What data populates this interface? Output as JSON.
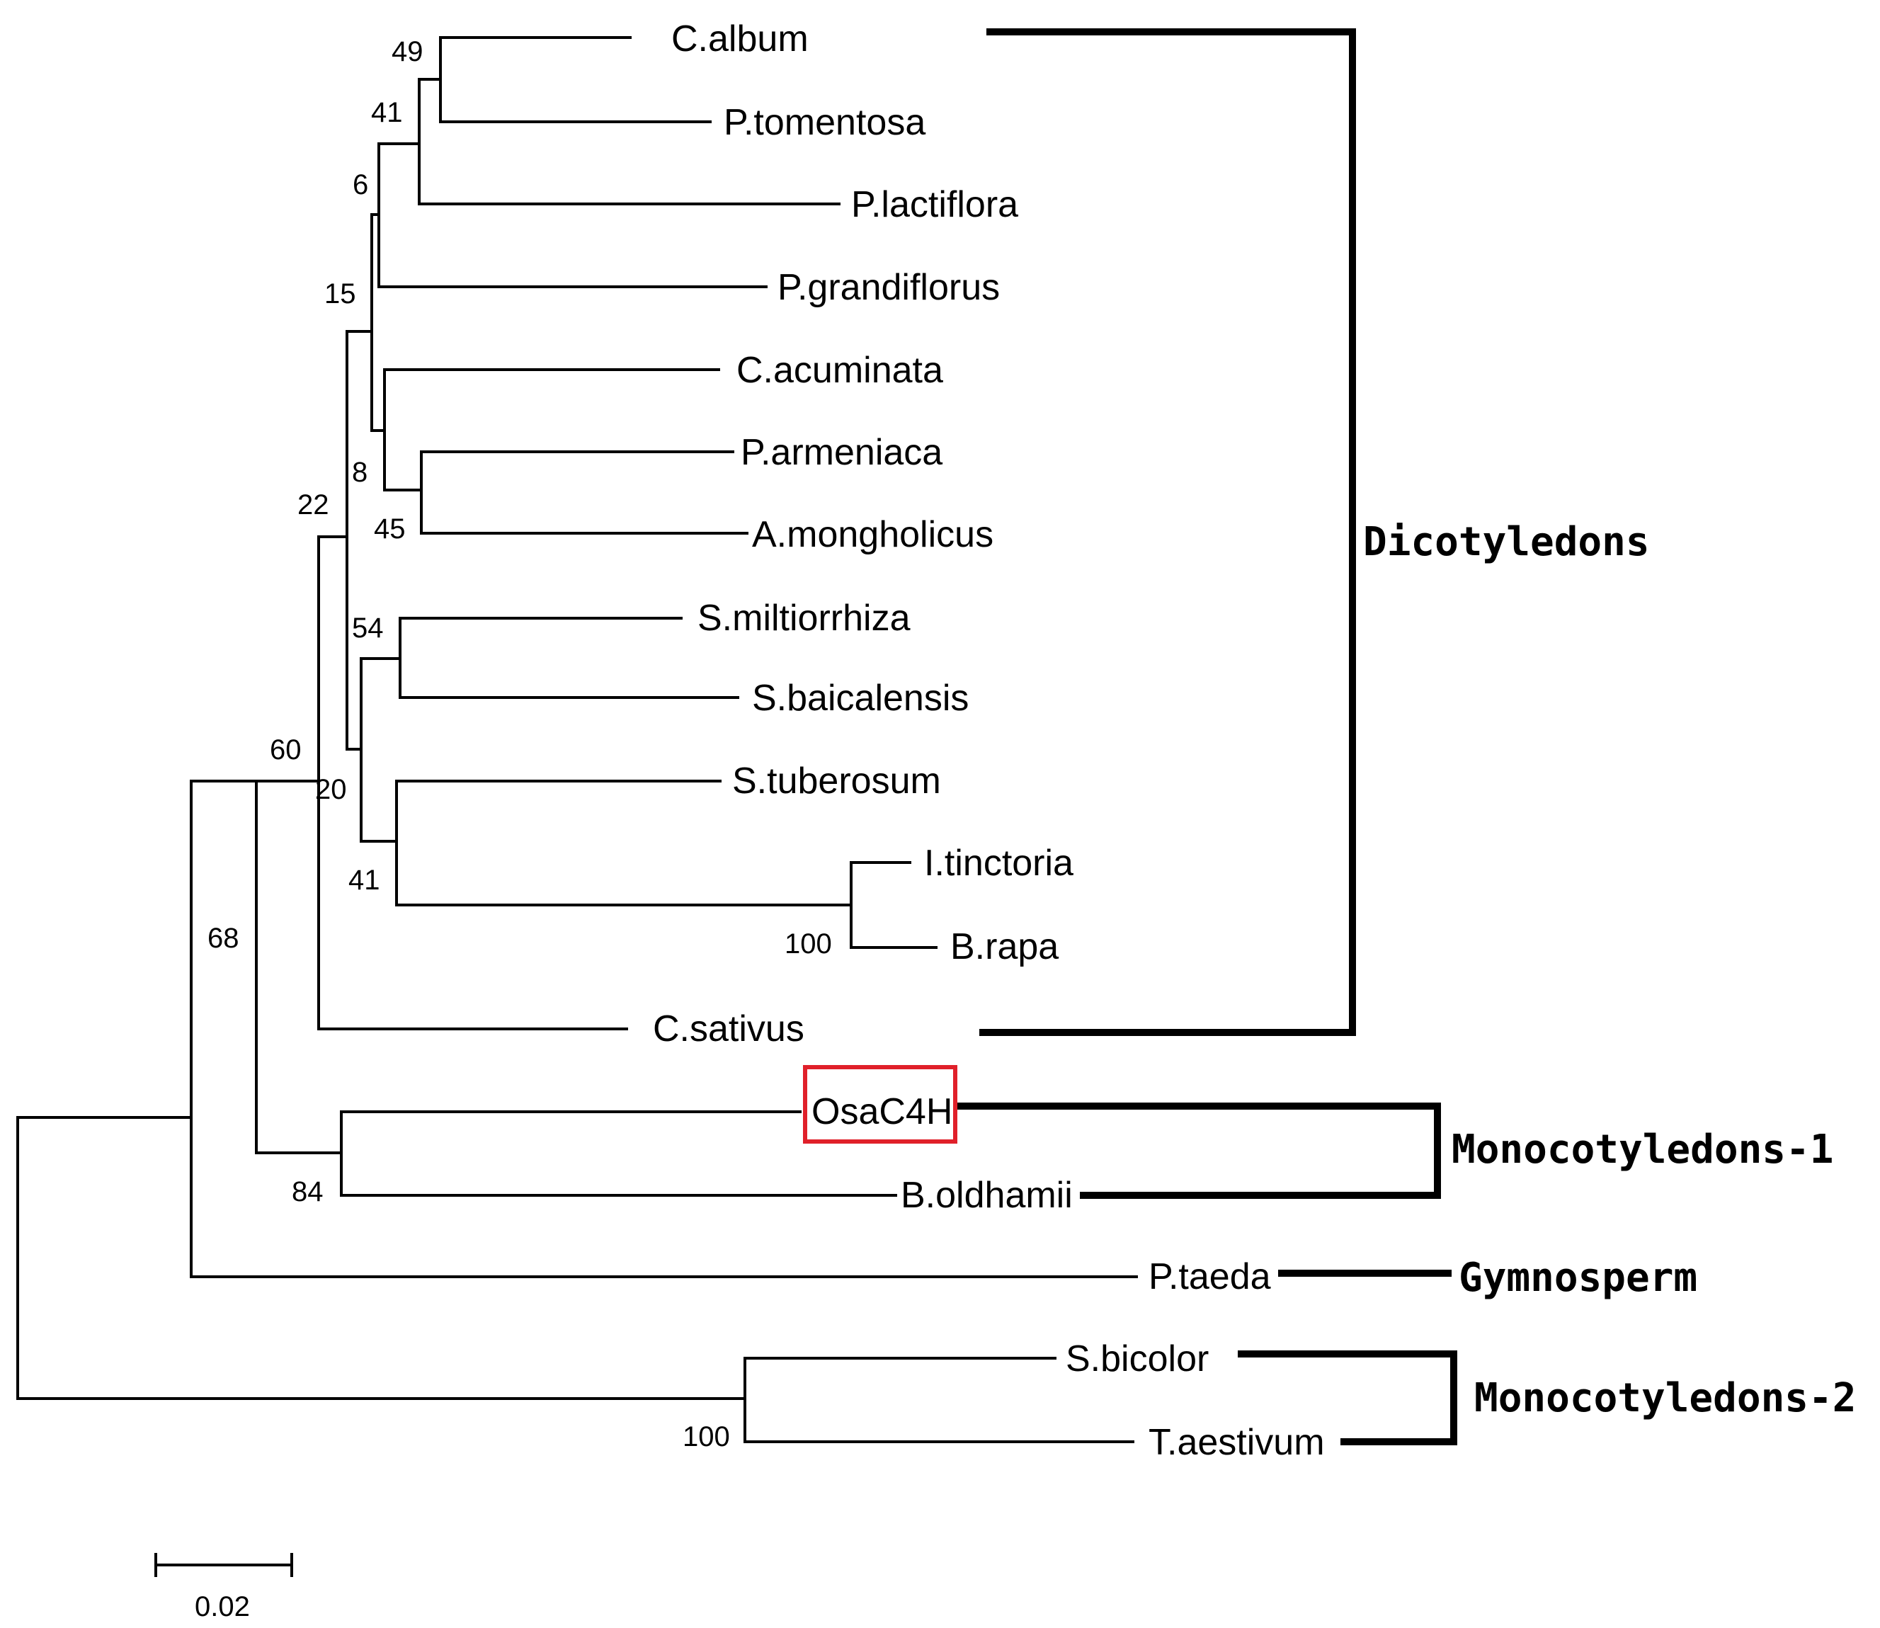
{
  "tree": {
    "scale_label": "0.02",
    "taxa": {
      "c_album": "C.album",
      "p_tomentosa": "P.tomentosa",
      "p_lactiflora": "P.lactiflora",
      "p_grandiflorus": "P.grandiflorus",
      "c_acuminata": "C.acuminata",
      "p_armeniaca": "P.armeniaca",
      "a_mongholicus": "A.mongholicus",
      "s_miltiorrhiza": "S.miltiorrhiza",
      "s_baicalensis": "S.baicalensis",
      "s_tuberosum": "S.tuberosum",
      "i_tinctoria": "I.tinctoria",
      "b_rapa": "B.rapa",
      "c_sativus": "C.sativus",
      "osac4h": "OsaC4H",
      "b_oldhamii": "B.oldhamii",
      "p_taeda": "P.taeda",
      "s_bicolor": "S.bicolor",
      "t_aestivum": "T.aestivum"
    },
    "bootstrap": {
      "n49": "49",
      "n41a": "41",
      "n6": "6",
      "n15": "15",
      "n8": "8",
      "n45": "45",
      "n22": "22",
      "n54": "54",
      "n60": "60",
      "n20": "20",
      "n41b": "41",
      "n100a": "100",
      "n68": "68",
      "n84": "84",
      "n100b": "100"
    },
    "groups": {
      "dicot": "Dicotyledons",
      "mono1": "Monocotyledons-1",
      "gymno": "Gymnosperm",
      "mono2": "Monocotyledons-2"
    },
    "highlight_color": "#e0202a"
  }
}
